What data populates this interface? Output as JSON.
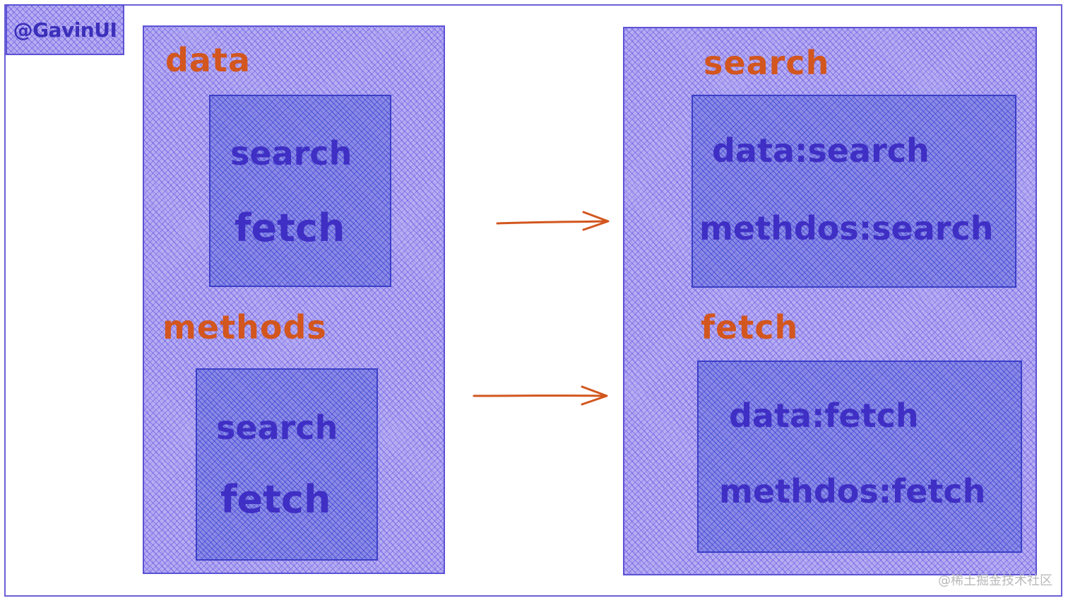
{
  "badge": {
    "text": "@GavinUI"
  },
  "left_panel": {
    "data_label": "data",
    "data_items": [
      "search",
      "fetch"
    ],
    "methods_label": "methods",
    "methods_items": [
      "search",
      "fetch"
    ]
  },
  "right_panel": {
    "search_label": "search",
    "search_items": [
      "data:search",
      "methdos:search"
    ],
    "fetch_label": "fetch",
    "fetch_items": [
      "data:fetch",
      "methdos:fetch"
    ]
  },
  "footer": {
    "credit": "@稀土掘金技术社区"
  },
  "colors": {
    "accent_orange": "#d2561e",
    "text_blue": "#3f2fc4",
    "border_blue": "#5b52d4"
  }
}
